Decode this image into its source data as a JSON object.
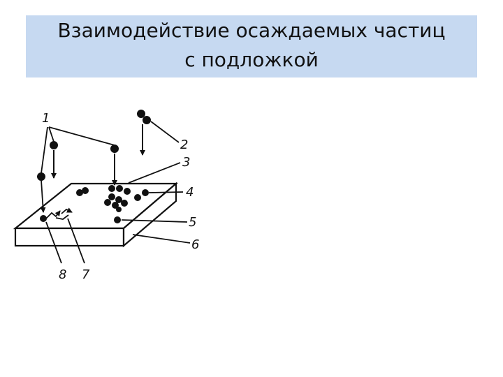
{
  "slide": {
    "title_line1": "Взаимодействие осаждаемых частиц",
    "title_line2": "с подложкой"
  },
  "figure": {
    "labels": [
      "1",
      "2",
      "3",
      "4",
      "5",
      "6",
      "7",
      "8"
    ]
  }
}
